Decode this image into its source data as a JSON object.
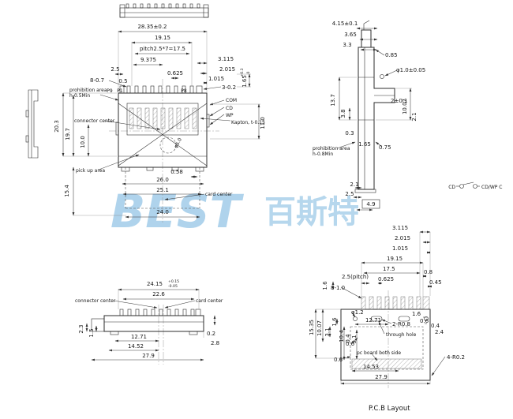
{
  "watermark": {
    "logo": "BEST",
    "cjk": "百斯特"
  },
  "front_view": {
    "dim_total_width": "28.35±0.2",
    "dim_contact_span": "19.15",
    "dim_pitch": "pitch2.5*7=17.5",
    "dim_half_span": "9.375",
    "dim_0_625": "0.625",
    "dim_3_115": "3.115",
    "dim_2_015": "2.015",
    "dim_1_015": "1.015",
    "dim_3_0_2": "3-0.2",
    "dim_1_65": "1.65",
    "dim_1_65_tol_up": "+0.3",
    "dim_1_65_tol_dn": "0",
    "dim_2_5": "2.5",
    "dim_8_0_7": "8-0.7",
    "dim_0_5": "0.5",
    "pin_p9": "P9",
    "pin_p1": "P1",
    "pin_p8": "P8",
    "label_com": "COM",
    "label_cd": "CD",
    "label_wp": "WP",
    "label_kapton": "Kapton, t-0.15",
    "dim_11_0": "11.0",
    "note_prohibition_1": "prohibition area",
    "note_prohibition_2": "h-0.5Min",
    "note_connector_center": "connector center",
    "dim_20_3": "20.3",
    "dim_19_7": "19.7",
    "dim_10_0": "10.0",
    "note_pick_up": "pick up area",
    "dim_dia_5": "φ5.0",
    "dim_15_4": "15.4",
    "dim_0_58": "0.58",
    "dim_26_0": "26.0",
    "dim_25_1": "25.1",
    "note_card_center": "card center",
    "dim_24_0": "24.0"
  },
  "side_view": {
    "dim_4_15": "4.15±0.1",
    "dim_3_65": "3.65",
    "dim_3_3": "3.3",
    "dim_0_85": "0.85",
    "dim_dia_1_0": "φ1.0±0.05",
    "dim_13_7": "13.7",
    "dim_3_8": "3.8",
    "dim_2_tol": "2±0.1",
    "dim_10_07": "10.07",
    "dim_2_1_right": "2.1",
    "dim_0_3": "0.3",
    "dim_1_65": "1.65",
    "dim_0_75": "0.75",
    "note_prohibition_1": "prohibition area",
    "note_prohibition_2": "h-0.8Min",
    "dim_2_1": "2.1",
    "dim_2_5": "2.5",
    "dim_4_9": "4.9"
  },
  "switch_diagram": {
    "label_cd": "CD",
    "label_cdwp": "CD/WP C"
  },
  "bottom_view": {
    "dim_24_15": "24.15",
    "dim_24_15_tol_up": "+0.15",
    "dim_24_15_tol_dn": "-0.05",
    "dim_22_6": "22.6",
    "note_connector_center": "connector center",
    "note_card_center": "card center",
    "dim_2_3": "2.3",
    "dim_1_5": "1.5",
    "dim_12_71": "12.71",
    "dim_14_52": "14.52",
    "dim_27_9": "27.9",
    "dim_0_2": "0.2",
    "dim_2_8": "2.8"
  },
  "pcb_view": {
    "dim_3_115": "3.115",
    "dim_2_015": "2.015",
    "dim_1_015": "1.015",
    "dim_19_15": "19.15",
    "dim_17_5": "17.5",
    "dim_pitch": "2.5(pitch)",
    "dim_0_625": "0.625",
    "dim_0_8_top": "0.8",
    "dim_0_45": "0.45",
    "dim_8_1_0": "8-1.0",
    "dim_1_6_top": "1.6",
    "dim_dia_1_2": "φ1.2",
    "dim_12_71": "12.71",
    "dim_15_35": "15.35",
    "dim_10_07": "10.07",
    "dim_3_1": "3.1",
    "dim_1_6_left": "1.6",
    "dim_10_4": "10.4",
    "dim_0_4_left": "0.4",
    "dim_9_1": "9.1",
    "dim_1_6_right": "1.6",
    "dim_0_6_right": "0.6",
    "dim_0_4_right": "0.4",
    "dim_2_4": "2.4",
    "note_r0_8": "2-R0.8",
    "note_through_hole": "through hole",
    "dim_0_6_mid": "0.6",
    "note_pc_board": "pc board both side",
    "dim_0_6_low": "0.6",
    "dim_14_53": "14.53",
    "dim_27_9": "27.9",
    "note_r0_2": "4-R0.2",
    "title": "P.C.B Layout"
  }
}
